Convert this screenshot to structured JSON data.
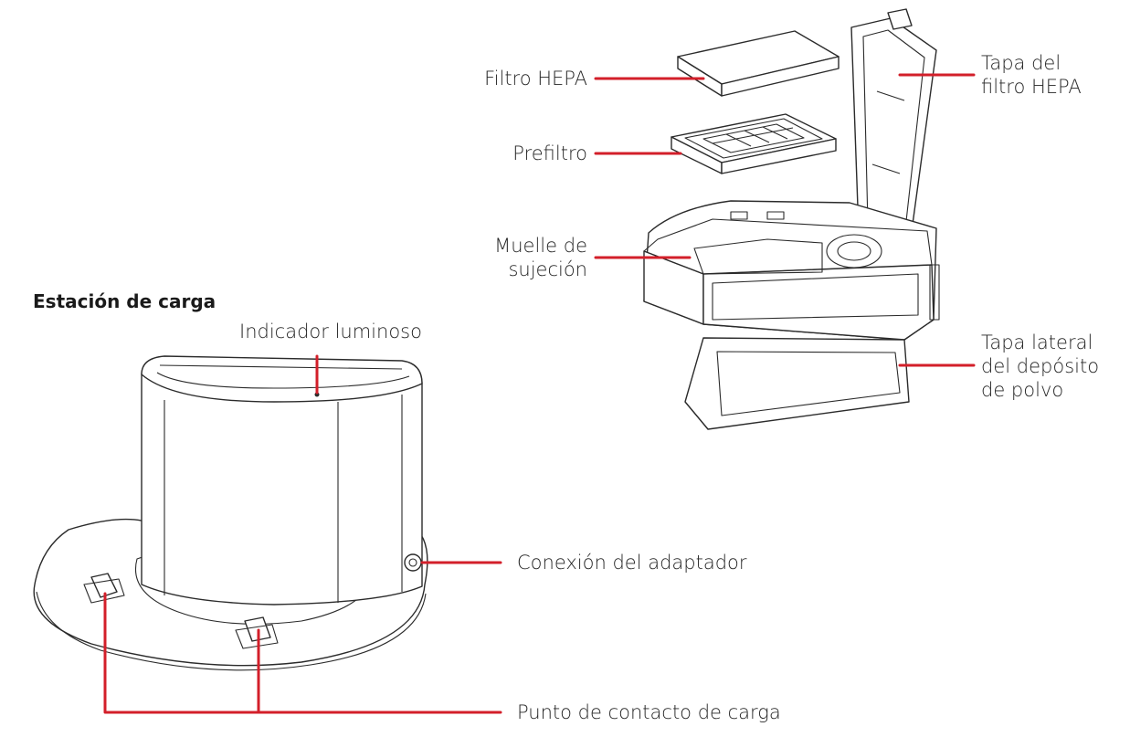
{
  "section_title": "Estación de carga",
  "labels": {
    "hepa_filter": "Filtro HEPA",
    "prefilter": "Prefiltro",
    "fixing_spring_1": "Muelle de",
    "fixing_spring_2": "sujeción",
    "hepa_cover_1": "Tapa del",
    "hepa_cover_2": "filtro HEPA",
    "side_cover_1": "Tapa lateral",
    "side_cover_2": "del depósito",
    "side_cover_3": "de polvo",
    "light_indicator": "Indicador luminoso",
    "adapter_connection": "Conexión del adaptador",
    "charge_contact": "Punto de contacto de carga"
  },
  "colors": {
    "leader_line": "#d31f2a",
    "drawing": "#2b2b2b",
    "text": "#262626"
  }
}
